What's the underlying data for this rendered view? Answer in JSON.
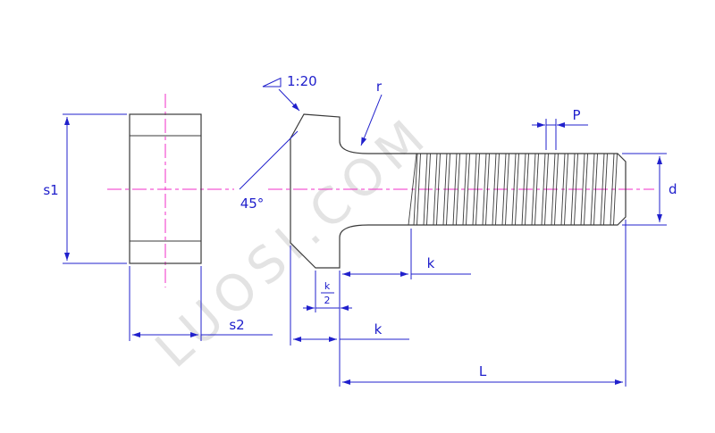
{
  "drawing": {
    "watermark": "LUOSI.COM",
    "colors": {
      "geometry": "#3a3a3a",
      "dimension": "#2020cc",
      "centerline": "#f02fc8",
      "watermark": "#cdcdcd",
      "background": "#ffffff"
    },
    "labels": {
      "taper_ratio": "1:20",
      "fillet_radius": "r",
      "thread_pitch": "P",
      "shank_diameter": "d",
      "head_height_s1": "s1",
      "head_width_s2": "s2",
      "chamfer_angle": "45°",
      "neck_length_k": "k",
      "head_thickness_k": "k",
      "half_k_numerator": "k",
      "half_k_denominator": "2",
      "bolt_length_L": "L"
    }
  }
}
